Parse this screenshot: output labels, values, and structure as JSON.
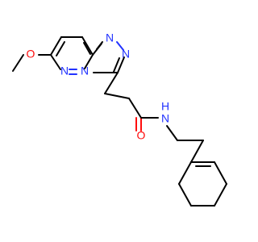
{
  "molecule": {
    "colors": {
      "carbon_bonds": "#000000",
      "nitrogen": "#2233ff",
      "oxygen": "#ff0d0d"
    },
    "atoms": {
      "n_ring_top": "N",
      "n_ring_right": "N",
      "n_pyridazine": "N",
      "n_bridge": "N",
      "o_methoxy": "O",
      "o_carbonyl": "O",
      "n_amide": "N",
      "h_amide": "H"
    }
  }
}
